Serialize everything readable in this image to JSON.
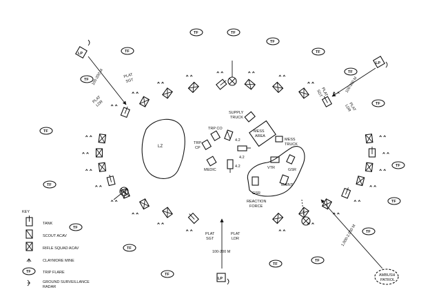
{
  "labels": {
    "plat_sgt_top": [
      "PLAT",
      "SGT"
    ],
    "plat_ldr_left": [
      "PLAT",
      "LDR"
    ],
    "plat_sgt_right": [
      "PLAT",
      "SGT"
    ],
    "plat_ldr_right": [
      "PLAT",
      "LDR"
    ],
    "plat_sgt_bottom": [
      "PLAT",
      "SGT"
    ],
    "plat_ldr_bottom": [
      "PLAT",
      "LDR"
    ],
    "dist_top_left": "100-200 M",
    "dist_top_right": "100-200 M",
    "dist_bottom": "100-200 M",
    "dist_bottom_right": "1,000-2,000 M",
    "supply_truck": [
      "SUPPLY",
      "TRUCK"
    ],
    "mess_area": [
      "MESS",
      "AREA"
    ],
    "mess_truck": [
      "MESS",
      "TRUCK"
    ],
    "trp_co": "TRP CO",
    "trp_cp": [
      "TRP",
      "CP"
    ],
    "mortar_a": "4.2",
    "mortar_b": "4.2",
    "mortar_c": "4.2",
    "medic": "MEDIC",
    "lz": "LZ",
    "vtr": "VTR",
    "gsr_a": "GSR",
    "gsr_b": "GSR",
    "maint": "MAINT",
    "reaction_force": [
      "REACTION",
      "FORCE"
    ],
    "ambush_patrol": [
      "AMBUSH",
      "PATROL"
    ],
    "lp": "LP",
    "trip_flare": "TF"
  },
  "key": {
    "title": "KEY",
    "items": [
      {
        "icon": "tank",
        "label": "TANK"
      },
      {
        "icon": "scout-acav",
        "label": "SCOUT ACAV"
      },
      {
        "icon": "rifle-squad-acav",
        "label": "RIFLE SQUAD ACAV"
      },
      {
        "icon": "claymore-mine",
        "label": "CLAYMORE MINE"
      },
      {
        "icon": "trip-flare",
        "label": "TRIP FLARE"
      },
      {
        "icon": "ground-surveillance-radar",
        "label": [
          "GROUND SURVEILLANCE",
          "RADAR"
        ]
      }
    ]
  }
}
